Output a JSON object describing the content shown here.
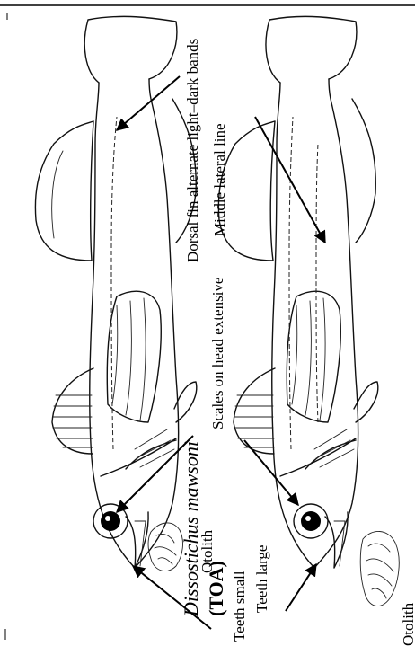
{
  "labels": {
    "dorsal_fin": "Dorsal fin alternate light–dark bands",
    "middle_lateral": "Middle lateral  line",
    "scales_head": "Scales on head extensive",
    "species_name": "Dissostichus mawsoni",
    "species_code": "(TOA)",
    "otolith_top": "Otolith",
    "teeth_small": "Teeth small",
    "teeth_large": "Teeth large",
    "otolith_bottom": "Otolith"
  }
}
